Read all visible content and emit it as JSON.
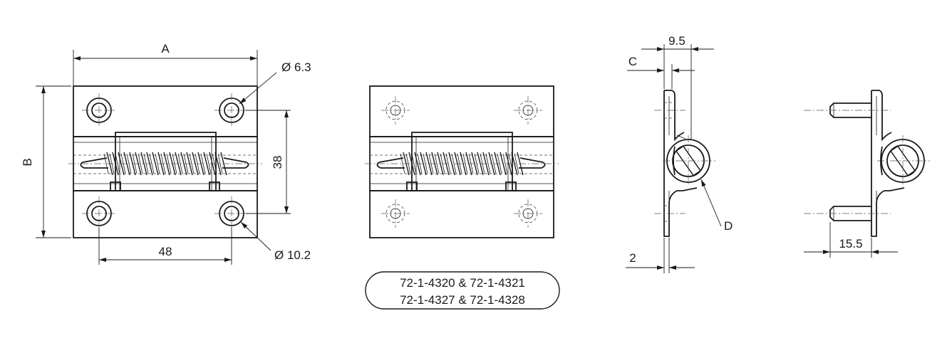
{
  "labels": {
    "dim_a": "A",
    "dim_b": "B",
    "dim_38": "38",
    "dim_48": "48",
    "hole_small": "Ø 6.3",
    "hole_large": "Ø 10.2",
    "dim_9_5": "9.5",
    "dim_c": "C",
    "dim_d": "D",
    "dim_2": "2",
    "dim_15_5": "15.5"
  },
  "part_numbers": {
    "line1": "72-1-4320 & 72-1-4321",
    "line2": "72-1-4327 & 72-1-4328"
  }
}
